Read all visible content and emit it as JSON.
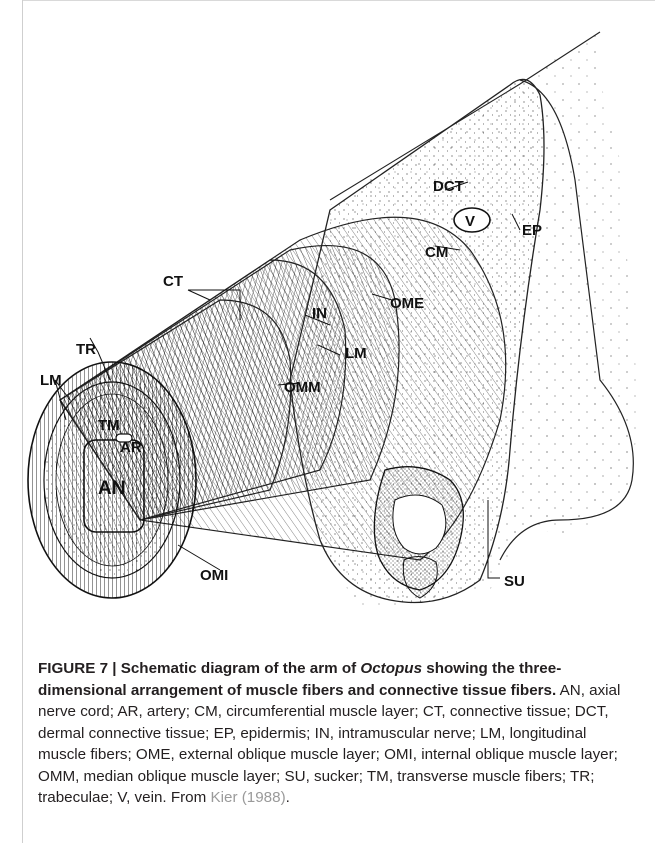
{
  "figure": {
    "labels": {
      "dct": "DCT",
      "v": "V",
      "ep": "EP",
      "cm": "CM",
      "ct": "CT",
      "ome": "OME",
      "in": "IN",
      "lm_inner": "LM",
      "tr": "TR",
      "lm_outer": "LM",
      "omm": "OMM",
      "tm": "TM",
      "ar": "AR",
      "an": "AN",
      "omi": "OMI",
      "su": "SU"
    }
  },
  "caption": {
    "head_prefix": "FIGURE 7 | Schematic diagram of the arm of ",
    "head_genus": "Octopus",
    "head_suffix": " showing the three-dimensional arrangement of muscle fibers and connective tissue fibers.",
    "body": " AN, axial nerve cord; AR, artery; CM, circumferential muscle layer; CT, connective tissue; DCT, dermal connective tissue; EP, epidermis; IN, intramuscular nerve; LM, longitudinal muscle fibers; OME, external oblique muscle layer; OMI, internal oblique muscle layer; OMM, median oblique muscle layer; SU, sucker; TM, transverse muscle fibers; TR; trabeculae; V, vein. From ",
    "citation": "Kier (1988)",
    "end": "."
  }
}
